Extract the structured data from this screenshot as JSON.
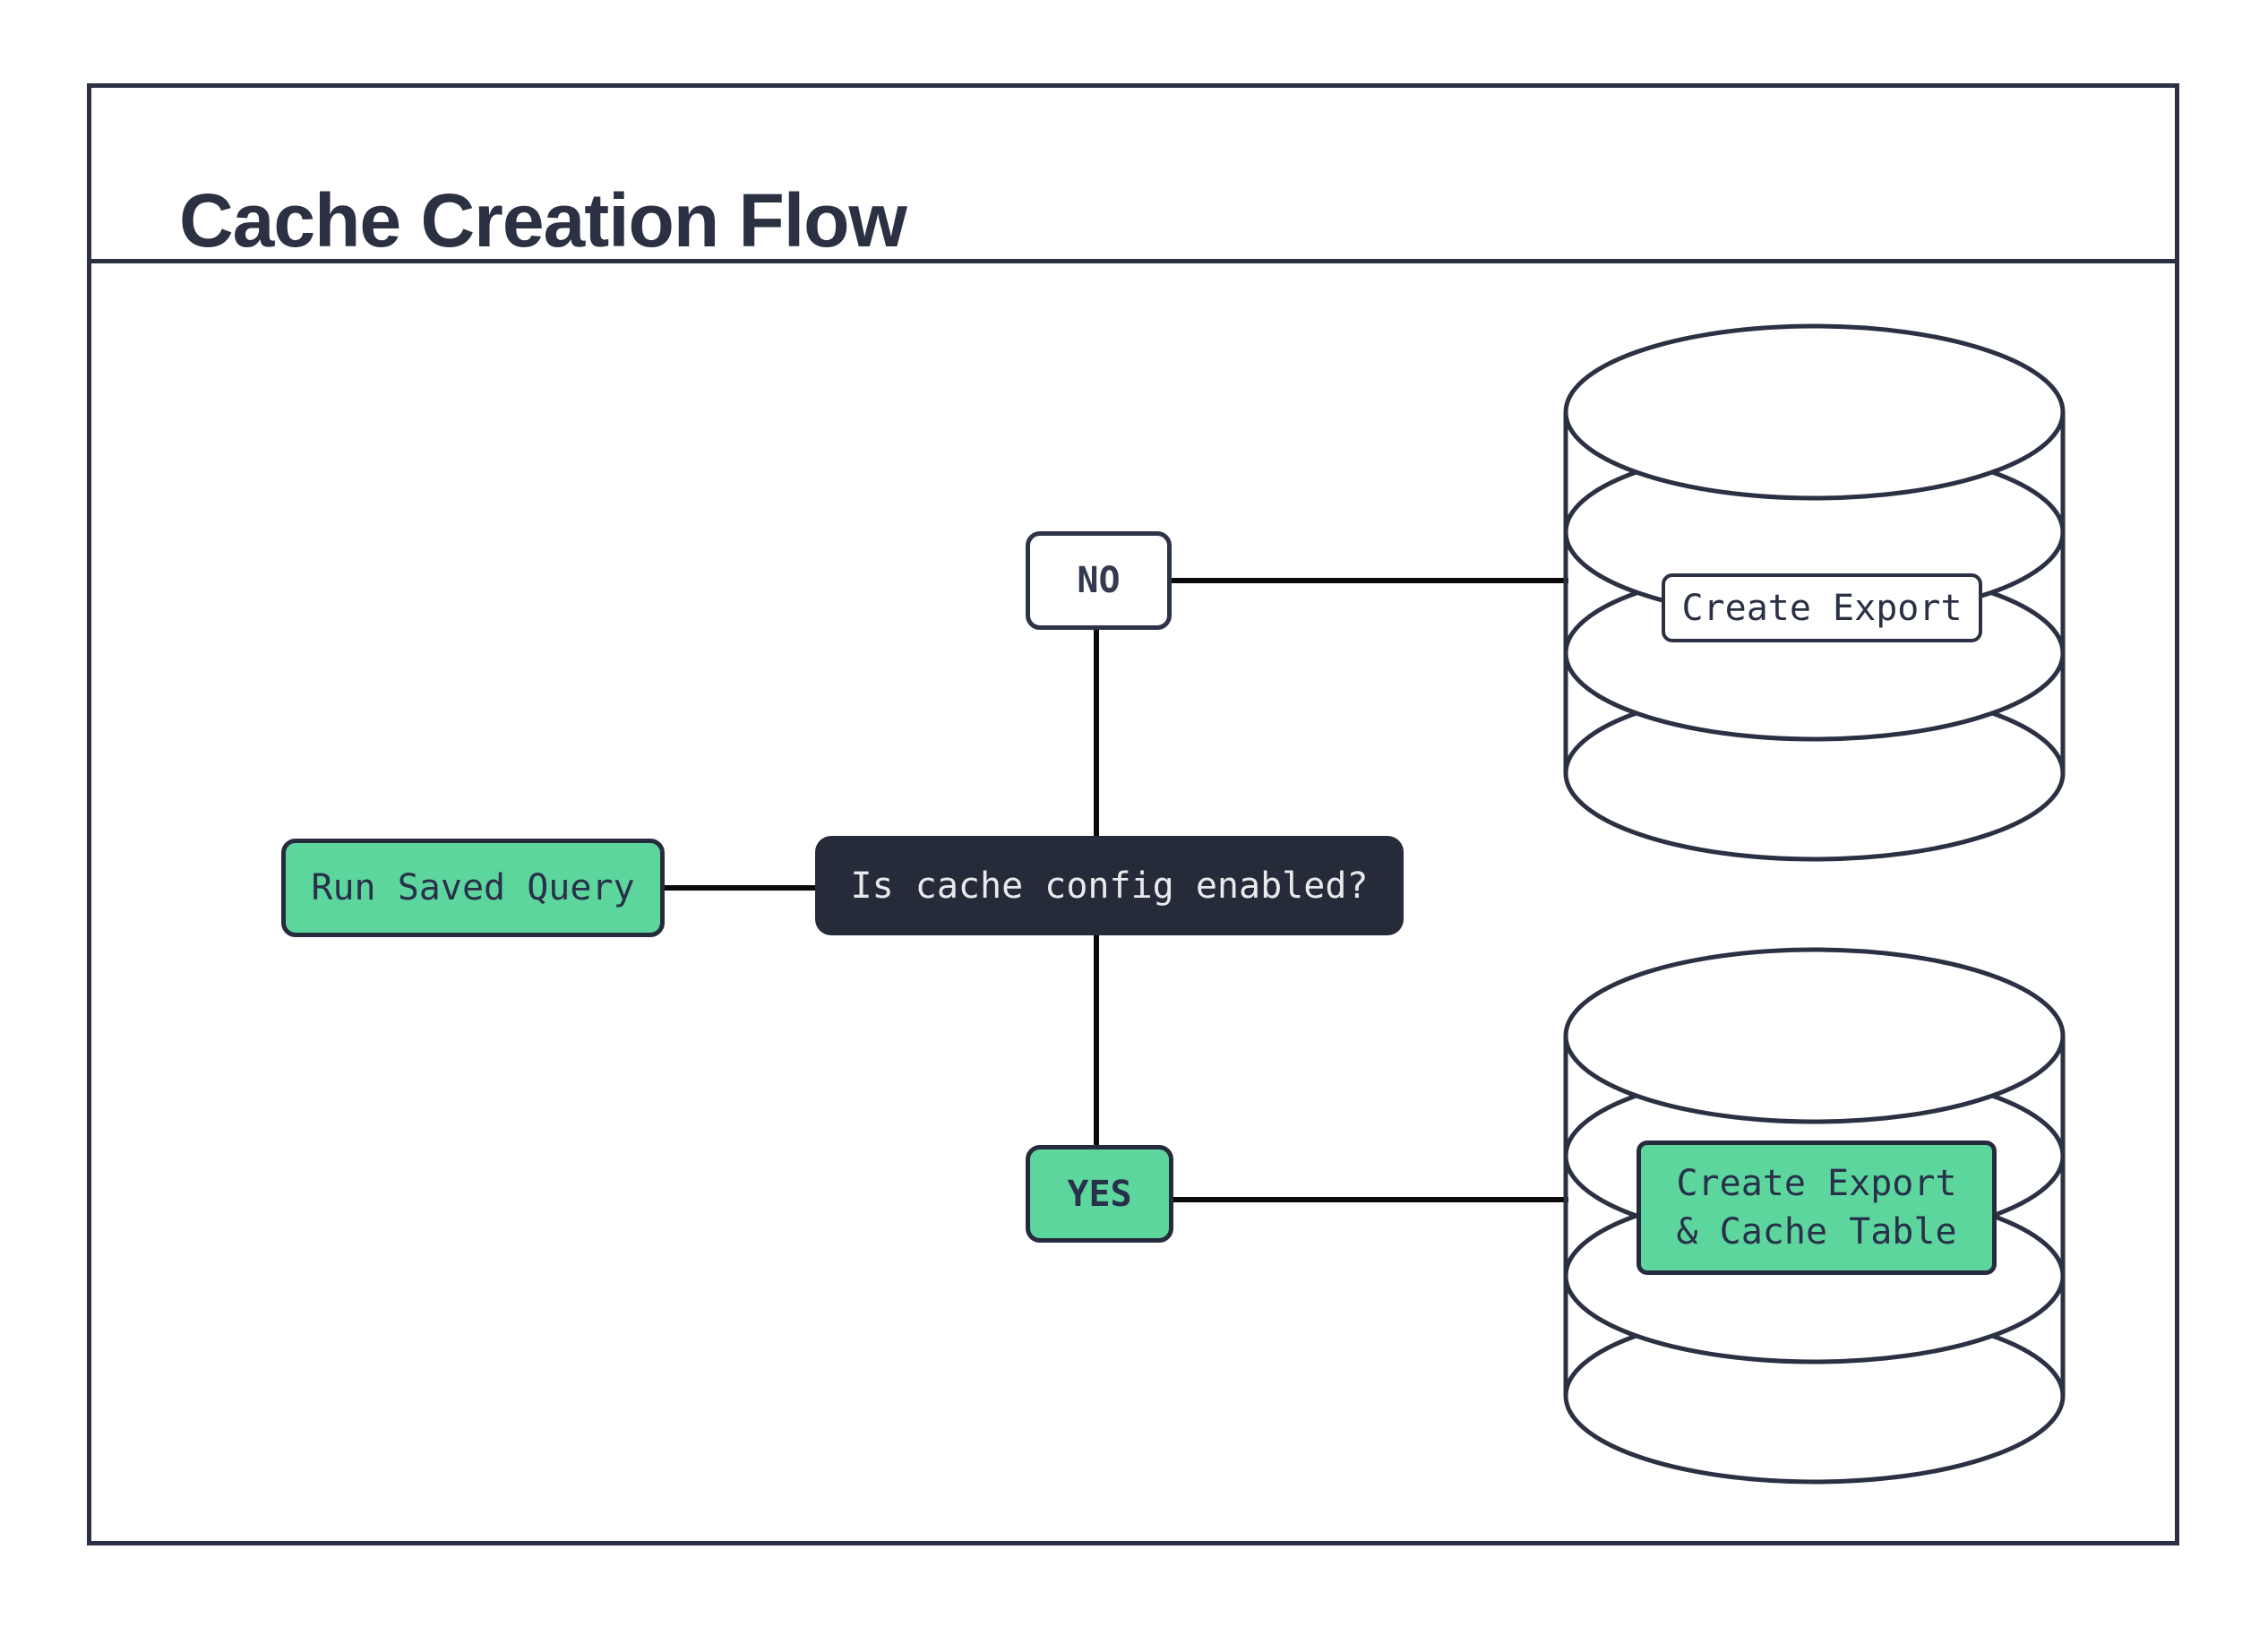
{
  "title": "Cache Creation Flow",
  "nodes": {
    "start": {
      "label": "Run Saved Query"
    },
    "decision": {
      "label": "Is cache config enabled?"
    },
    "branch_no": {
      "label": "NO"
    },
    "branch_yes": {
      "label": "YES"
    },
    "db_no": {
      "label": "Create Export"
    },
    "db_yes": {
      "label_line1": "Create Export",
      "label_line2": "& Cache Table"
    }
  },
  "icons": {
    "db_no": "database-icon",
    "db_yes": "database-icon"
  },
  "colors": {
    "accent_green": "#5dd69e",
    "dark_navy_fill": "#262b3a",
    "outline_navy": "#2b3043",
    "connector_black": "#0a0a0a",
    "light_text": "#e9eaec",
    "background": "#ffffff"
  }
}
